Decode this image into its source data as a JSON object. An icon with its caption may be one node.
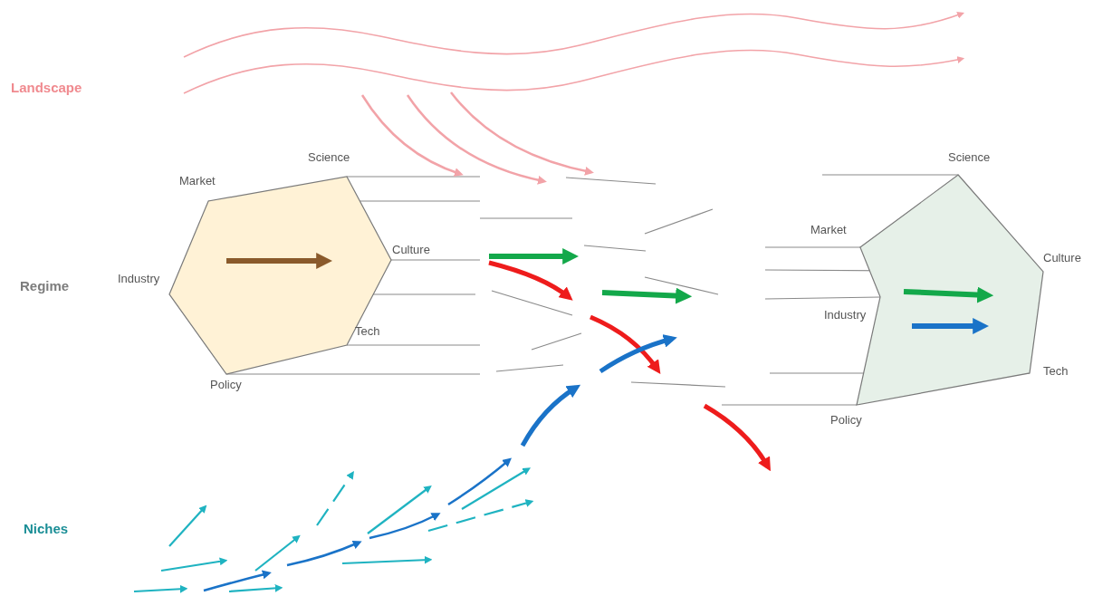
{
  "diagram": {
    "nodes": [
      {
        "text": [],
        "shape": "hexagon",
        "beside": [
          "Science",
          "Market",
          "Culture",
          "Industry",
          "Tech",
          "Policy"
        ]
      },
      {
        "text": [],
        "shape": "pentagon",
        "beside": [
          "Science",
          "Market",
          "Culture",
          "Industry",
          "Tech",
          "Policy"
        ]
      }
    ],
    "labels": [
      "Landscape",
      "Regime",
      "Niches"
    ]
  }
}
